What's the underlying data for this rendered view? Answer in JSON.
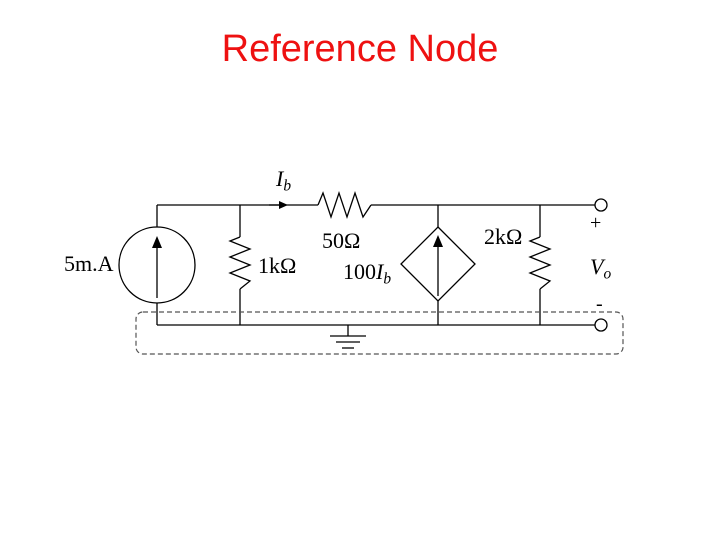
{
  "title": "Reference Node",
  "labels": {
    "source_current": "5m.A",
    "r1": "1kΩ",
    "r_series": "50Ω",
    "dep_coef": "100",
    "dep_var": "I",
    "dep_sub": "b",
    "r2": "2kΩ",
    "ib_var": "I",
    "ib_sub": "b",
    "plus": "+",
    "vo_var": "V",
    "vo_sub": "o",
    "minus": "-"
  },
  "colors": {
    "title": "#ee1111",
    "wire": "#000000",
    "reference_box": "#555555"
  }
}
